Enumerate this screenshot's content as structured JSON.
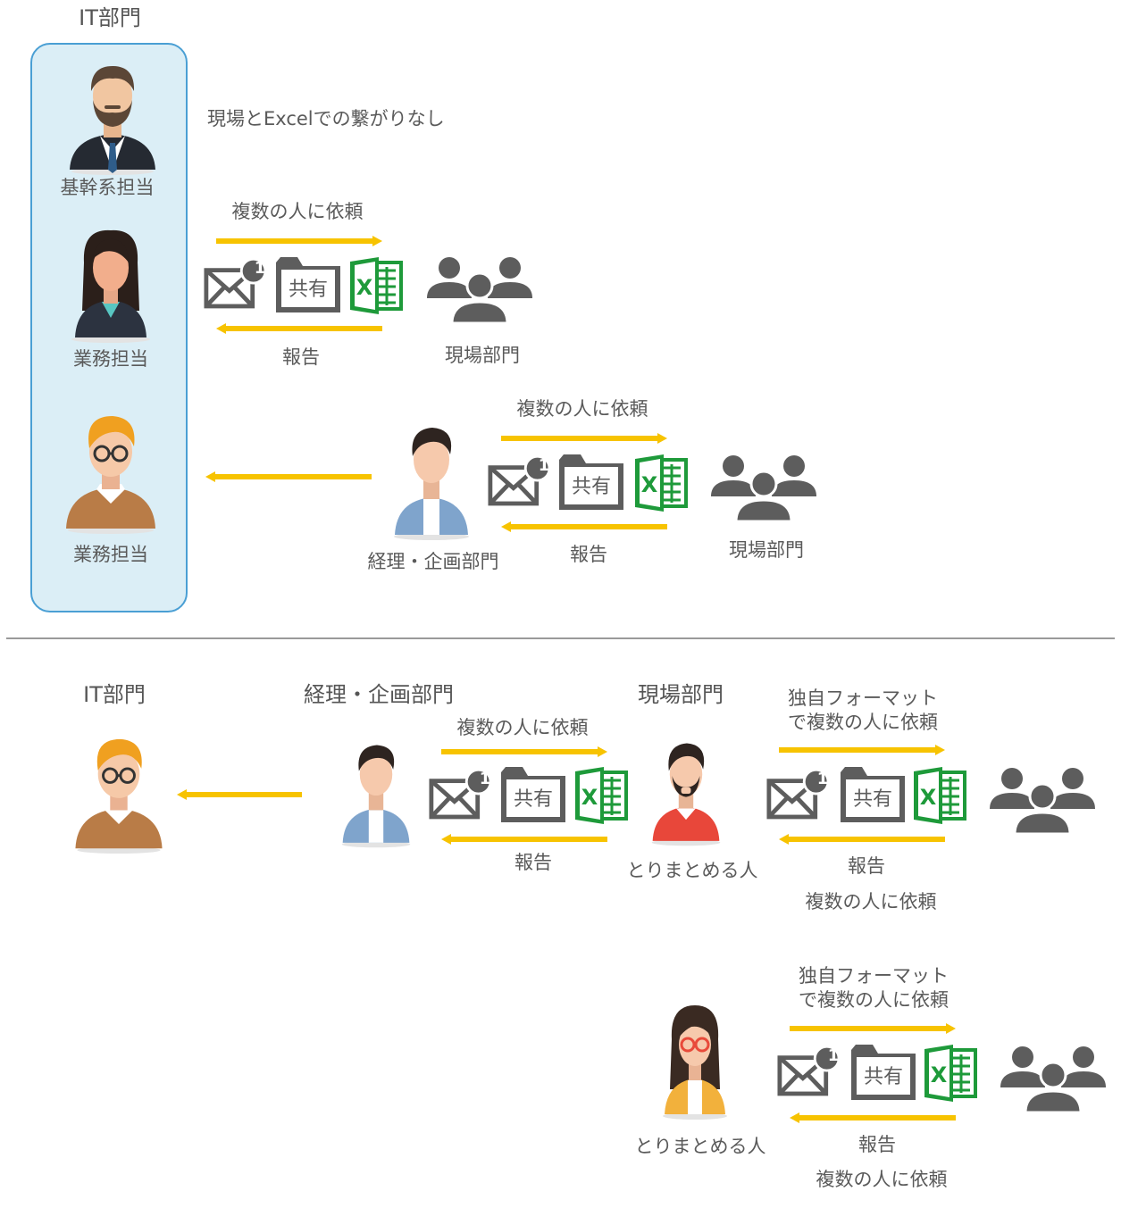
{
  "top": {
    "it_title": "IT部門",
    "role_core": "基幹系担当",
    "role_biz1": "業務担当",
    "role_biz2": "業務担当",
    "note": "現場とExcelでの繋がりなし",
    "row1": {
      "request": "複数の人に依頼",
      "report": "報告",
      "field": "現場部門",
      "shared": "共有",
      "badge": "1"
    },
    "row2": {
      "request": "複数の人に依頼",
      "report": "報告",
      "field": "現場部門",
      "accounting": "経理・企画部門",
      "shared": "共有",
      "badge": "1"
    }
  },
  "bottom": {
    "it_title": "IT部門",
    "accounting_title": "経理・企画部門",
    "field_title": "現場部門",
    "acc_request": "複数の人に依頼",
    "acc_report": "報告",
    "coordinator1": "とりまとめる人",
    "fmt1_line1": "独自フォーマット",
    "fmt1_line2": "で複数の人に依頼",
    "report2": "報告",
    "request2": "複数の人に依頼",
    "coordinator2": "とりまとめる人",
    "fmt2_line1": "独自フォーマット",
    "fmt2_line2": "で複数の人に依頼",
    "report3": "報告",
    "request3": "複数の人に依頼",
    "shared": "共有",
    "badge": "1"
  },
  "colors": {
    "arrow": "#f7c300",
    "icon_gray": "#5d5d5d",
    "excel_green": "#1e9a3a",
    "panel_fill": "#dbeef6",
    "panel_border": "#4a9fd4"
  }
}
